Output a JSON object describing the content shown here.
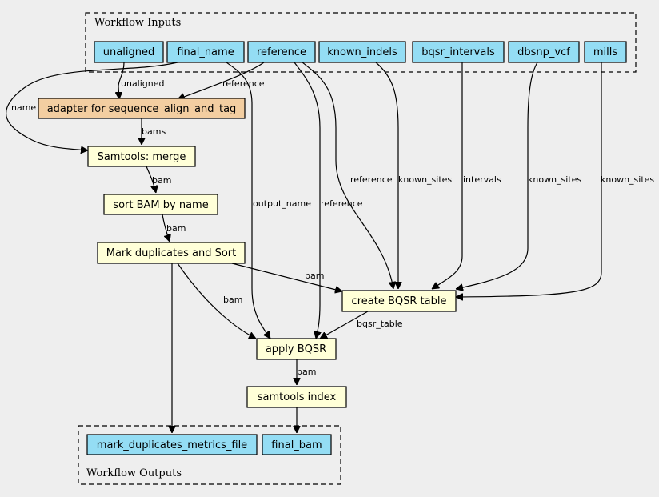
{
  "colors": {
    "background": "#eeeeee",
    "input_fill": "#94ddf4",
    "step_fill": "#ffffd8",
    "adapter_fill": "#f3cea1",
    "stroke": "#000000"
  },
  "clusters": {
    "inputs": "Workflow Inputs",
    "outputs": "Workflow Outputs"
  },
  "inputs": {
    "unaligned": "unaligned",
    "final_name": "final_name",
    "reference": "reference",
    "known_indels": "known_indels",
    "bqsr_intervals": "bqsr_intervals",
    "dbsnp_vcf": "dbsnp_vcf",
    "mills": "mills"
  },
  "steps": {
    "adapter": "adapter for sequence_align_and_tag",
    "merge": "Samtools: merge",
    "sort": "sort BAM by name",
    "markdup": "Mark duplicates and Sort",
    "bqsr_table": "create BQSR table",
    "apply_bqsr": "apply BQSR",
    "index": "samtools index"
  },
  "outputs": {
    "metrics": "mark_duplicates_metrics_file",
    "final_bam": "final_bam"
  },
  "edge_labels": {
    "unaligned": "unaligned",
    "adapter_reference": "reference",
    "name": "name",
    "bams": "bams",
    "merge_bam": "bam",
    "sort_bam": "bam",
    "output_name": "output_name",
    "apply_reference": "reference",
    "table_reference": "reference",
    "known_indels_sites": "known_sites",
    "intervals": "intervals",
    "dbsnp_sites": "known_sites",
    "mills_sites": "known_sites",
    "markdup_to_table_bam": "bam",
    "markdup_to_apply_bam": "bam",
    "bqsr_table": "bqsr_table",
    "index_bam": "bam"
  }
}
